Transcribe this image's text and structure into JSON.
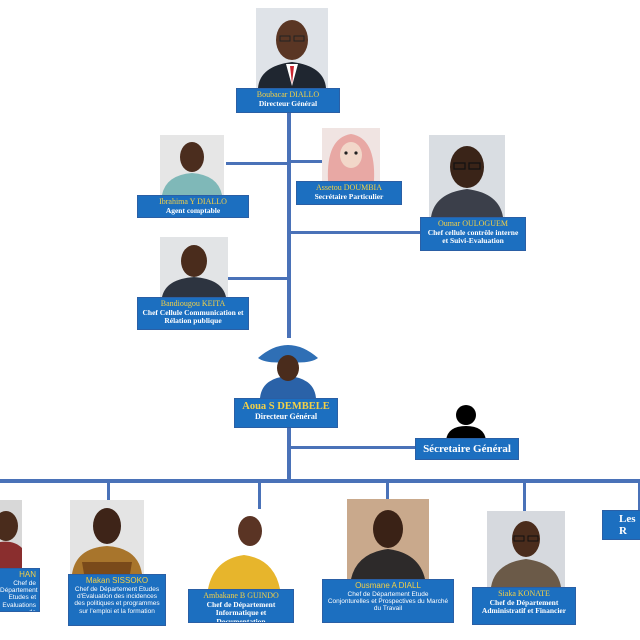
{
  "palette": {
    "line": "#4a72b8",
    "box": "#1c6fc0",
    "name": "#f2d046",
    "text": "#ffffff"
  },
  "top": {
    "director": {
      "name": "Boubacar DIALLO",
      "title": "Directeur Général"
    },
    "staff": [
      {
        "id": "ibrahima",
        "name": "Ibrahima Y DIALLO",
        "title": "Agent comptable"
      },
      {
        "id": "assetou",
        "name": "Assetou DOUMBIA",
        "title": "Secrétaire Particulier"
      },
      {
        "id": "oumar",
        "name": "Oumar OULOGUEM",
        "title": "Chef cellule contrôle interne et Suivi-Evaluation"
      },
      {
        "id": "bandiougou",
        "name": "Bandiougou KEITA",
        "title": "Chef Cellule Communication et Rélation publique"
      }
    ]
  },
  "second": {
    "director": {
      "name": "Aoua S DEMBELE",
      "title": "Directeur Général"
    },
    "secretary": {
      "name": "Sécretaire Général",
      "icon": "person-icon"
    }
  },
  "departments": [
    {
      "id": "d1",
      "name": "HAN",
      "title": "Chef de Département Etudes et Evaluations de"
    },
    {
      "id": "d2",
      "name": "Makan SISSOKO",
      "title": "Chef de Département Etudes d'Evaluation des incidences des politiques et programmes sur l'emploi et la formation"
    },
    {
      "id": "d3",
      "name": "Ambakane B GUINDO",
      "title": "Chef de Département Informatique et Documentation"
    },
    {
      "id": "d4",
      "name": "Ousmane A DIALL",
      "title": "Chef de Département Etude Conjonturelles et Prospectives du Marché du Travail"
    },
    {
      "id": "d5",
      "name": "Siaka KONATE",
      "title": "Chef de Département Administratif et Financier"
    },
    {
      "id": "d6",
      "name": "Les R",
      "title": ""
    }
  ]
}
